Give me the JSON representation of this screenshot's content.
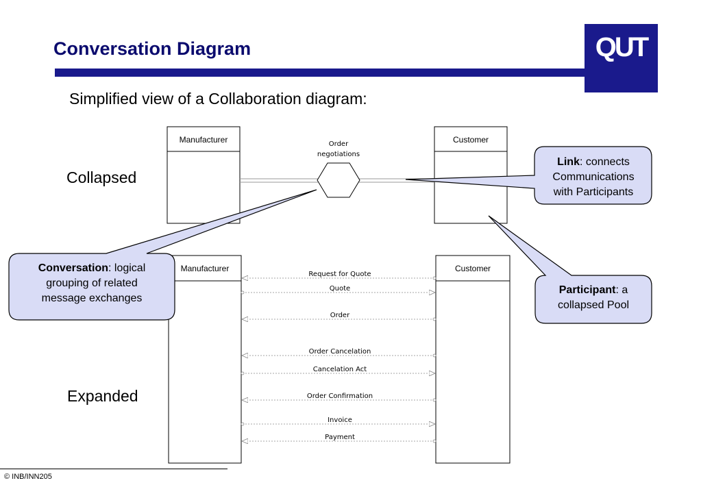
{
  "header": {
    "title": "Conversation Diagram",
    "logo_text": "QUT",
    "brand_color": "#1a1a8c"
  },
  "subtitle": "Simplified view of a Collaboration diagram:",
  "collapsed": {
    "label": "Collapsed",
    "left_pool": "Manufacturer",
    "right_pool": "Customer",
    "conversation_label_1": "Order",
    "conversation_label_2": "negotiations"
  },
  "expanded": {
    "label": "Expanded",
    "left_pool": "Manufacturer",
    "right_pool": "Customer",
    "messages": [
      {
        "label": "Request for Quote",
        "direction": "to-manufacturer"
      },
      {
        "label": "Quote",
        "direction": "to-customer"
      },
      {
        "label": "Order",
        "direction": "to-manufacturer"
      },
      {
        "label": "Order Cancelation",
        "direction": "to-manufacturer"
      },
      {
        "label": "Cancelation Act",
        "direction": "to-customer"
      },
      {
        "label": "Order Confirmation",
        "direction": "to-manufacturer"
      },
      {
        "label": "Invoice",
        "direction": "to-customer"
      },
      {
        "label": "Payment",
        "direction": "to-manufacturer"
      }
    ]
  },
  "callouts": {
    "link": {
      "term": "Link",
      "rest_1": ": connects",
      "rest_2": "Communications",
      "rest_3": "with Participants"
    },
    "conversation": {
      "term": "Conversation",
      "rest_1": ": logical",
      "rest_2": "grouping of related",
      "rest_3": "message exchanges"
    },
    "participant": {
      "term": "Participant",
      "rest_1": ": a",
      "rest_2": "collapsed Pool"
    },
    "fill_color": "#d9dcf6"
  },
  "footer": "© INB/INN205"
}
